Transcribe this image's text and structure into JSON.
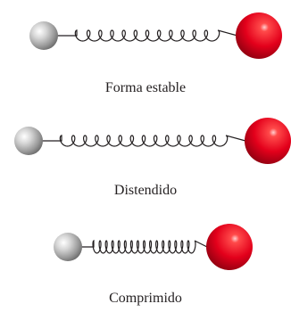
{
  "panels": [
    {
      "state": "stable",
      "caption": "Forma estable"
    },
    {
      "state": "stretched",
      "caption": "Distendido"
    },
    {
      "state": "compressed",
      "caption": "Comprimido"
    }
  ],
  "colors": {
    "small_ball": "#a8a8a8",
    "large_ball": "#e3001b",
    "spring": "#231f20",
    "caption_text": "#231f20"
  }
}
